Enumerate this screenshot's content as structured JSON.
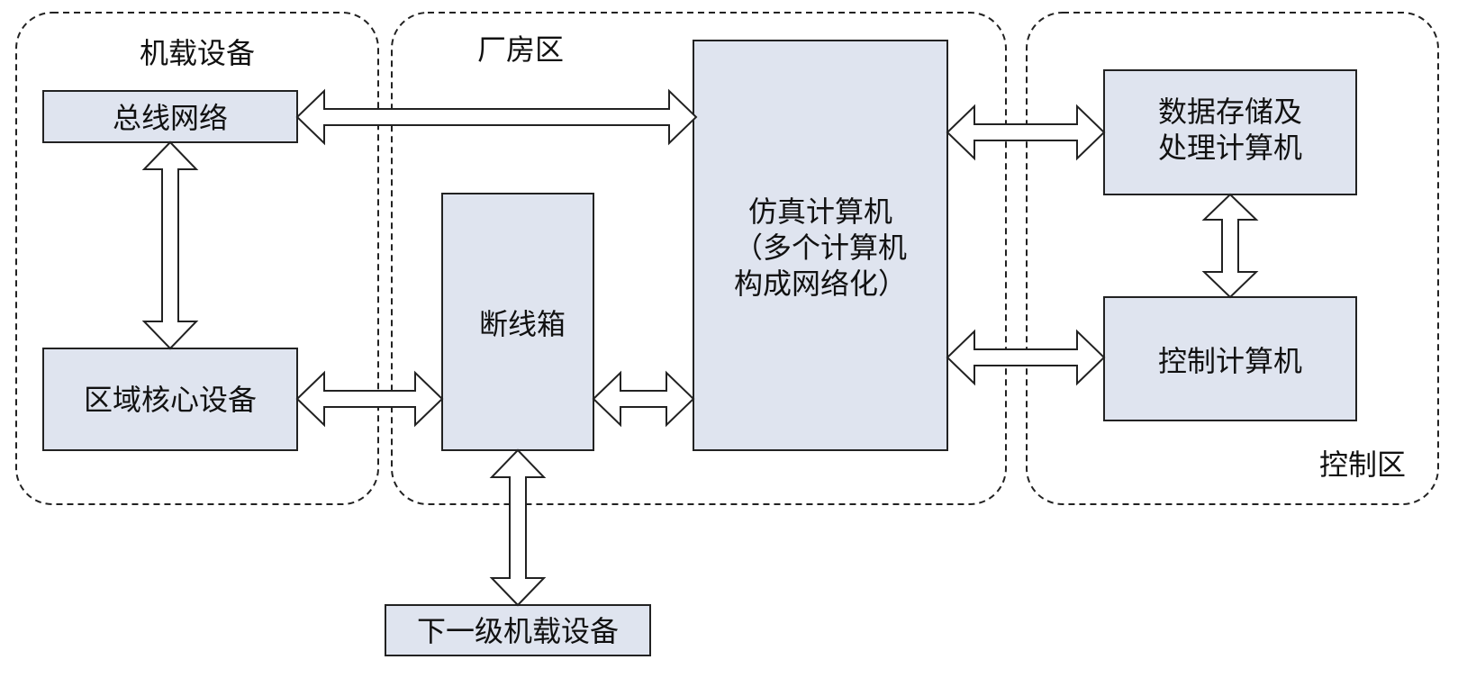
{
  "zones": {
    "airborne": "机载设备",
    "plant": "厂房区",
    "control": "控制区"
  },
  "boxes": {
    "bus_network": "总线网络",
    "zone_core": "区域核心设备",
    "breakout_box": "断线箱",
    "next_airborne": "下一级机载设备",
    "sim_computer": [
      "仿真计算机",
      "（多个计算机",
      "构成网络化）"
    ],
    "data_storage": [
      "数据存储及",
      "处理计算机"
    ],
    "control_computer": "控制计算机"
  },
  "colors": {
    "box_fill": "#dfe4ef",
    "stroke": "#222222"
  }
}
